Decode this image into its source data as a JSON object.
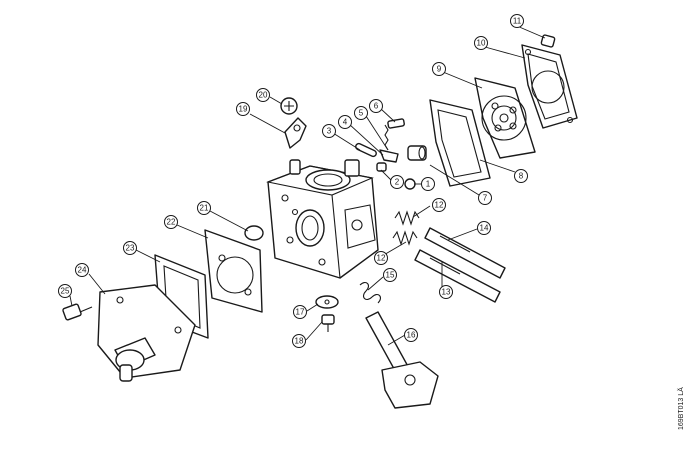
{
  "diagram": {
    "reference_code": "169BT013 LÄ",
    "callouts": [
      "1",
      "2",
      "3",
      "4",
      "5",
      "6",
      "7",
      "8",
      "9",
      "10",
      "11",
      "12",
      "12",
      "13",
      "14",
      "15",
      "16",
      "17",
      "18",
      "19",
      "20",
      "21",
      "22",
      "23",
      "24",
      "25"
    ]
  }
}
